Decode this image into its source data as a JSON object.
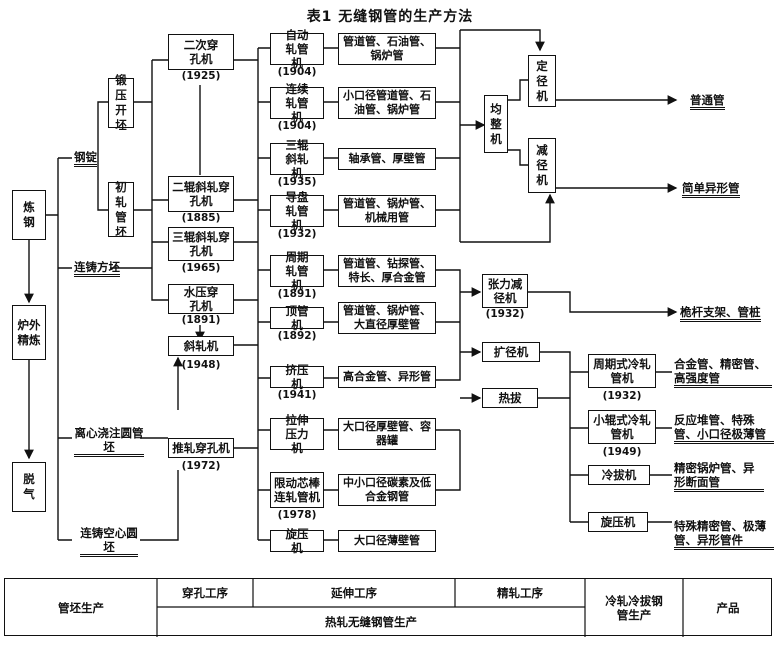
{
  "title": "表1  无缝钢管的生产方法",
  "stage1": {
    "steelmaking": "炼钢",
    "furnace_refining": "炉外精炼",
    "degassing": "脱气"
  },
  "blanks": {
    "ingot": "钢锭",
    "forged_billet": "锻压开坯",
    "rolled_billet": "初轧管坯",
    "cc_square": "连铸方坯",
    "centrifugal": "离心浇注圆管坯",
    "cc_hollow": "连铸空心圆坯"
  },
  "piercing": [
    {
      "name": "二次穿孔机",
      "year": "(1925)"
    },
    {
      "name": "二辊斜轧穿孔机",
      "year": "(1885)"
    },
    {
      "name": "三辊斜轧穿孔机",
      "year": "(1965)"
    },
    {
      "name": "水压穿孔机",
      "year": "(1891)"
    },
    {
      "name": "斜轧机",
      "year": "(1948)"
    },
    {
      "name": "推轧穿孔机",
      "year": "(1972)"
    }
  ],
  "elongation": [
    {
      "name": "自动轧管机",
      "year": "(1904)",
      "product": "管道管、石油管、锅炉管"
    },
    {
      "name": "连续轧管机",
      "year": "(1904)",
      "product": "小口径管道管、石油管、锅炉管"
    },
    {
      "name": "三辊斜轧机",
      "year": "(1935)",
      "product": "轴承管、厚壁管"
    },
    {
      "name": "导盘轧管机",
      "year": "(1932)",
      "product": "管道管、锅炉管、机械用管"
    },
    {
      "name": "周期轧管机",
      "year": "(1891)",
      "product": "管道管、钻探管、特长、厚合金管"
    },
    {
      "name": "顶管机",
      "year": "(1892)",
      "product": "管道管、锅炉管、大直径厚壁管"
    },
    {
      "name": "挤压机",
      "year": "(1941)",
      "product": "高合金管、异形管"
    },
    {
      "name": "拉伸压力机",
      "year": "",
      "product": "大口径厚壁管、容器罐"
    },
    {
      "name": "限动芯棒连轧管机",
      "year": "(1978)",
      "product": "中小口径碳素及低合金钢管"
    },
    {
      "name": "旋压机",
      "year": "",
      "product": "大口径薄壁管"
    }
  ],
  "finishing": {
    "reeling": "均整机",
    "sizing": "定径机",
    "reducing": "减径机",
    "stretch": "张力减径机",
    "stretch_year": "(1932)",
    "expander": "扩径机",
    "hot_draw": "热拔"
  },
  "cold": [
    {
      "name": "周期式冷轧管机",
      "year": "(1932)"
    },
    {
      "name": "小辊式冷轧管机",
      "year": "(1949)"
    },
    {
      "name": "冷拔机",
      "year": ""
    },
    {
      "name": "旋压机",
      "year": ""
    }
  ],
  "products": [
    "普通管",
    "简单异形管",
    "桅杆支架、管桩",
    "合金管、精密管、高强度管",
    "反应堆管、特殊管、小口径极薄管",
    "精密锅炉管、异形断面管",
    "特殊精密管、极薄管、异形管件"
  ],
  "footer": {
    "blank_production": "管坯生产",
    "piercing_step": "穿孔工序",
    "elongation_step": "延伸工序",
    "finish_step": "精轧工序",
    "hot_rolled": "热轧无缝钢管生产",
    "cold_production": "冷轧冷拔钢管生产",
    "product": "产品"
  }
}
